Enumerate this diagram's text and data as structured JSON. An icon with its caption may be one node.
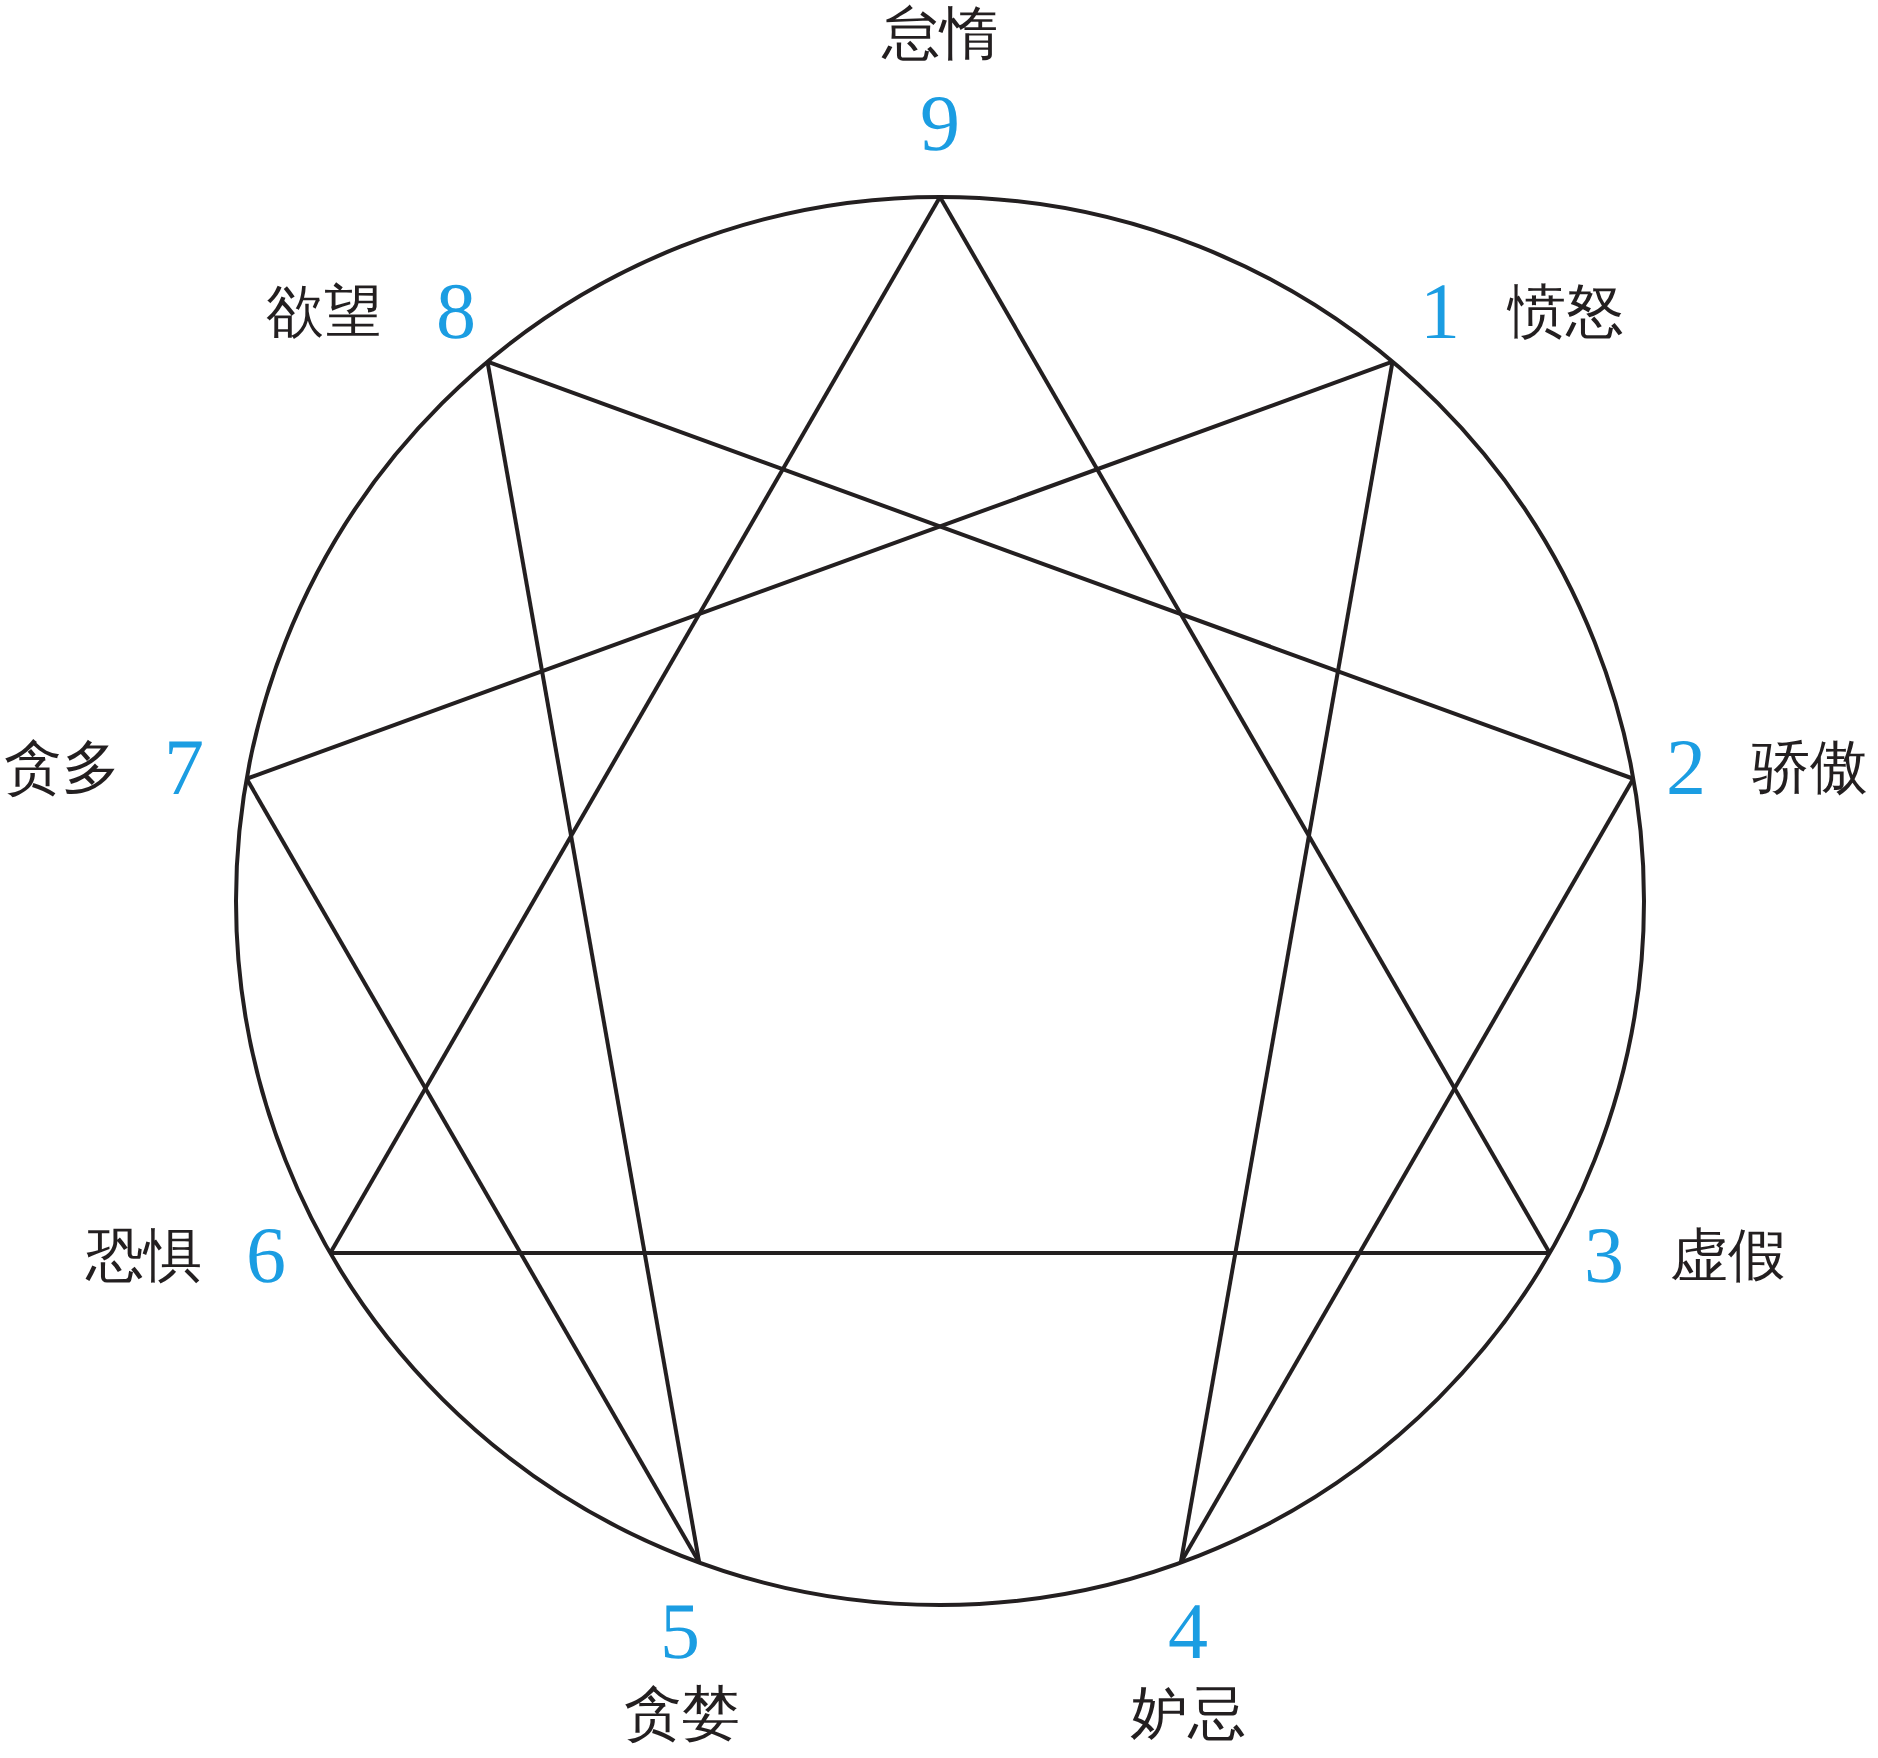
{
  "diagram": {
    "nodes": [
      {
        "text": [
          "9"
        ],
        "beside": [
          "怠惰"
        ]
      },
      {
        "text": [
          "1"
        ],
        "beside": [
          "愤怒"
        ]
      },
      {
        "text": [
          "2"
        ],
        "beside": [
          "骄傲"
        ]
      },
      {
        "text": [
          "3"
        ],
        "beside": [
          "虚假"
        ]
      },
      {
        "text": [
          "4"
        ],
        "beside": [
          "妒忌"
        ]
      },
      {
        "text": [
          "5"
        ],
        "beside": [
          "贪婪"
        ]
      },
      {
        "text": [
          "6"
        ],
        "beside": [
          "恐惧"
        ]
      },
      {
        "text": [
          "7"
        ],
        "beside": [
          "贪多"
        ]
      },
      {
        "text": [
          "8"
        ],
        "beside": [
          "欲望"
        ]
      }
    ],
    "edges": [
      {
        "from": 0,
        "to": 3,
        "arrow": "none"
      },
      {
        "from": 3,
        "to": 6,
        "arrow": "none"
      },
      {
        "from": 6,
        "to": 0,
        "arrow": "none"
      },
      {
        "from": 1,
        "to": 4,
        "arrow": "none"
      },
      {
        "from": 4,
        "to": 2,
        "arrow": "none"
      },
      {
        "from": 2,
        "to": 8,
        "arrow": "none"
      },
      {
        "from": 8,
        "to": 5,
        "arrow": "none"
      },
      {
        "from": 5,
        "to": 7,
        "arrow": "none"
      },
      {
        "from": 7,
        "to": 1,
        "arrow": "none"
      }
    ]
  }
}
